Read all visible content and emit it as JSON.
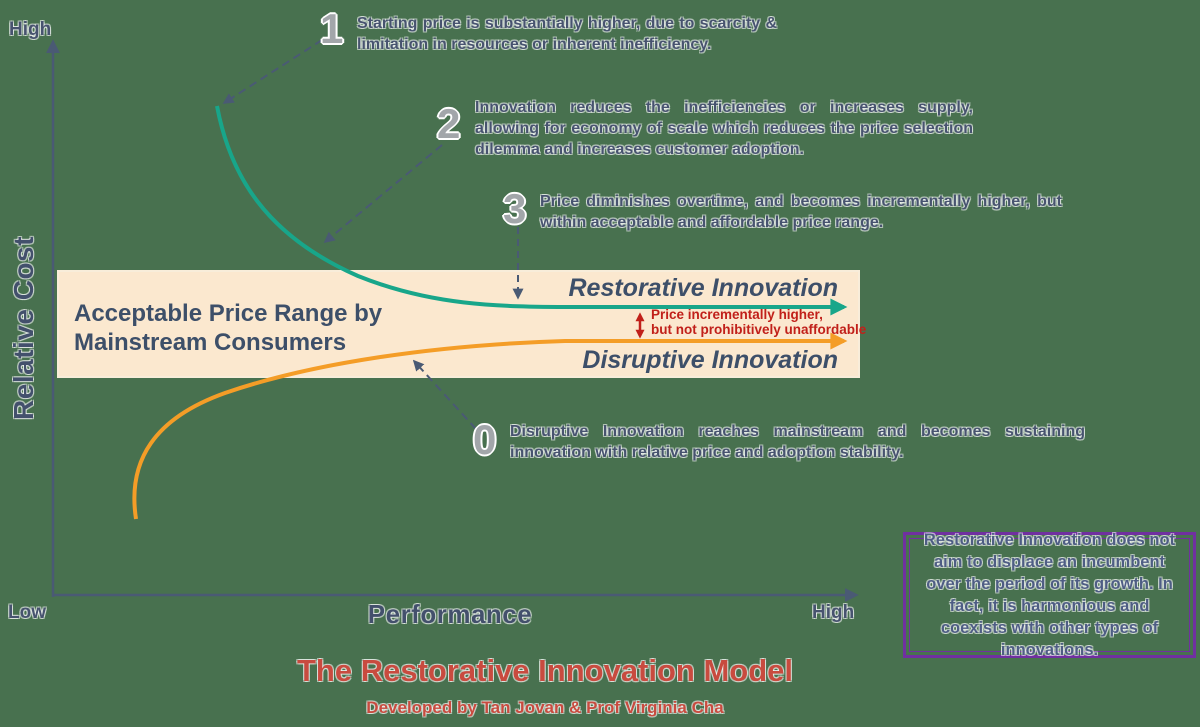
{
  "colors": {
    "background": "#48714F",
    "band_fill": "#FBE8CF",
    "slate_text": "#47536F",
    "band_text": "#3D4F69",
    "teal": "#18A68A",
    "orange": "#F49D27",
    "red_accent": "#C1201A",
    "number_gray": "#A2A6AA",
    "purple_border": "#7030A0",
    "title_red": "#C84B3F"
  },
  "axes": {
    "y_top_label": "High",
    "y_axis_title": "Relative Cost",
    "x_left_label": "Low",
    "x_right_label": "High",
    "x_axis_title": "Performance"
  },
  "band": {
    "line1": "Acceptable Price Range by",
    "line2": "Mainstream Consumers"
  },
  "curves": {
    "restorative_label": "Restorative Innovation",
    "disruptive_label": "Disruptive Innovation"
  },
  "price_note": {
    "line1": "Price incrementally higher,",
    "line2": "but not prohibitively unaffordable"
  },
  "annotations": [
    {
      "number": "1",
      "text": "Starting price is substantially higher, due to scarcity & limitation in resources or inherent inefficiency."
    },
    {
      "number": "2",
      "text": "Innovation reduces the inefficiencies or increases supply, allowing for economy of scale which reduces the price selection dilemma and increases customer adoption."
    },
    {
      "number": "3",
      "text": "Price diminishes overtime, and becomes incrementally higher, but within acceptable and affordable price range."
    },
    {
      "number": "0",
      "text": "Disruptive Innovation reaches mainstream and becomes sustaining innovation with relative price and adoption stability."
    }
  ],
  "note_box": {
    "text": "Restorative Innovation does not aim to displace an incumbent over the period of its growth. In fact, it is harmonious and coexists with other types of innovations."
  },
  "footer": {
    "title": "The Restorative Innovation Model",
    "subtitle": "Developed by Tan Jovan & Prof Virginia Cha"
  }
}
